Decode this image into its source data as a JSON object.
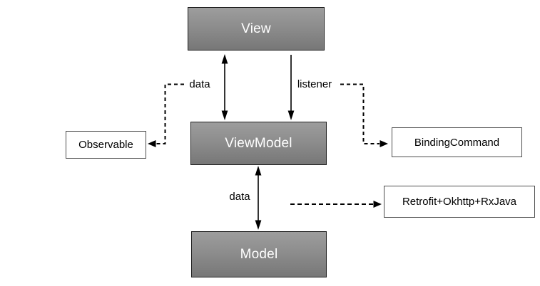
{
  "diagram": {
    "nodes": {
      "view": {
        "label": "View"
      },
      "viewmodel": {
        "label": "ViewModel"
      },
      "model": {
        "label": "Model"
      },
      "observable": {
        "label": "Observable"
      },
      "binding_command": {
        "label": "BindingCommand"
      },
      "retrofit": {
        "label": "Retrofit+Okhttp+RxJava"
      }
    },
    "edge_labels": {
      "data_top": "data",
      "listener": "listener",
      "data_bottom": "data"
    },
    "colors": {
      "node_fill_top": "#9d9d9d",
      "node_fill_bottom": "#777777",
      "node_border": "#1f1f1f",
      "node_text": "#ffffff",
      "leaf_fill": "#ffffff",
      "leaf_border": "#4d4d4d",
      "leaf_text": "#000000",
      "connector": "#000000",
      "background": "#ffffff"
    }
  }
}
